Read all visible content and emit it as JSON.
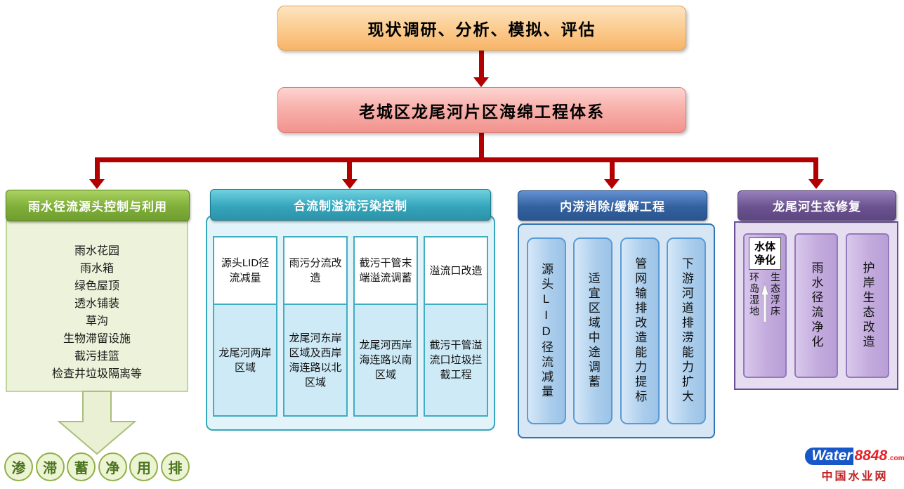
{
  "title_flow": {
    "research_box": "现状调研、分析、模拟、评估",
    "system_box": "老城区龙尾河片区海绵工程体系"
  },
  "columns": [
    {
      "header": "雨水径流源头控制与利用",
      "items": [
        "雨水花园",
        "雨水箱",
        "绿色屋顶",
        "透水铺装",
        "草沟",
        "生物滞留设施",
        "截污挂篮",
        "检查井垃圾隔离等"
      ],
      "circles": [
        "渗",
        "滞",
        "蓄",
        "净",
        "用",
        "排"
      ]
    },
    {
      "header": "合流制溢流污染控制",
      "pairs": [
        {
          "top": "源头LID径流减量",
          "bottom": "龙尾河两岸区域"
        },
        {
          "top": "雨污分流改造",
          "bottom": "龙尾河东岸区域及西岸海连路以北区域"
        },
        {
          "top": "截污干管末端溢流调蓄",
          "bottom": "龙尾河西岸海连路以南区域"
        },
        {
          "top": "溢流口改造",
          "bottom": "截污干管溢流口垃圾拦截工程"
        }
      ]
    },
    {
      "header": "内涝消除/缓解工程",
      "items": [
        "源头LID径流减量",
        "适宜区域中途调蓄",
        "管网输排改造能力提标",
        "下游河道排涝能力扩大"
      ]
    },
    {
      "header": "龙尾河生态修复",
      "eco": {
        "top": "水体净化",
        "left": "环岛湿地",
        "right": "生态浮床"
      },
      "items": [
        "雨水径流净化",
        "护岸生态改造"
      ]
    }
  ],
  "logo": {
    "brand": "Water",
    "number": "8848",
    "tld": ".com",
    "subtitle": "中国水业网"
  },
  "colors": {
    "arrow_red": "#b20000",
    "header_green": "#7fae39",
    "header_teal": "#36a5bc",
    "header_blue": "#33619f",
    "header_purple": "#6b5390",
    "box_orange": "#fbcf95",
    "box_pink": "#f8b1ac"
  }
}
